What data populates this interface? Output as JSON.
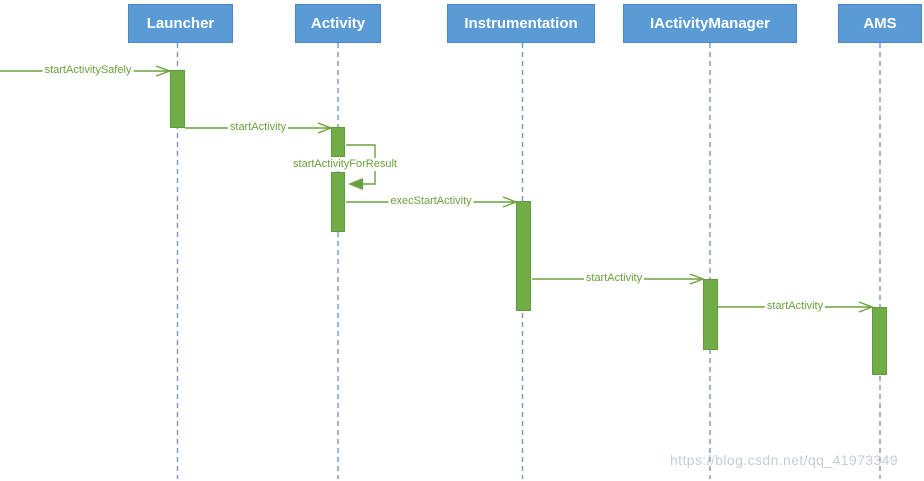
{
  "diagram": {
    "type": "uml-sequence",
    "participants": [
      {
        "label": "Launcher"
      },
      {
        "label": "Activity"
      },
      {
        "label": "Instrumentation"
      },
      {
        "label": "IActivityManager"
      },
      {
        "label": "AMS"
      }
    ],
    "messages": [
      {
        "label": "startActivitySafely",
        "from": "external",
        "to": "Launcher",
        "kind": "call"
      },
      {
        "label": "startActivity",
        "from": "Launcher",
        "to": "Activity",
        "kind": "call"
      },
      {
        "label": "startActivityForResult",
        "from": "Activity",
        "to": "Activity",
        "kind": "self-call"
      },
      {
        "label": "execStartActivity",
        "from": "Activity",
        "to": "Instrumentation",
        "kind": "call"
      },
      {
        "label": "startActivity",
        "from": "Instrumentation",
        "to": "IActivityManager",
        "kind": "call"
      },
      {
        "label": "startActivity",
        "from": "IActivityManager",
        "to": "AMS",
        "kind": "call"
      }
    ],
    "colors": {
      "participant_fill": "#5b9bd5",
      "participant_text": "#ffffff",
      "activation_fill": "#70ad47",
      "message_color": "#6aa23c",
      "lifeline_color": "#7596c8",
      "background": "#ffffff"
    }
  },
  "watermark": {
    "text": "https://blog.csdn.net/qq_41973349"
  }
}
